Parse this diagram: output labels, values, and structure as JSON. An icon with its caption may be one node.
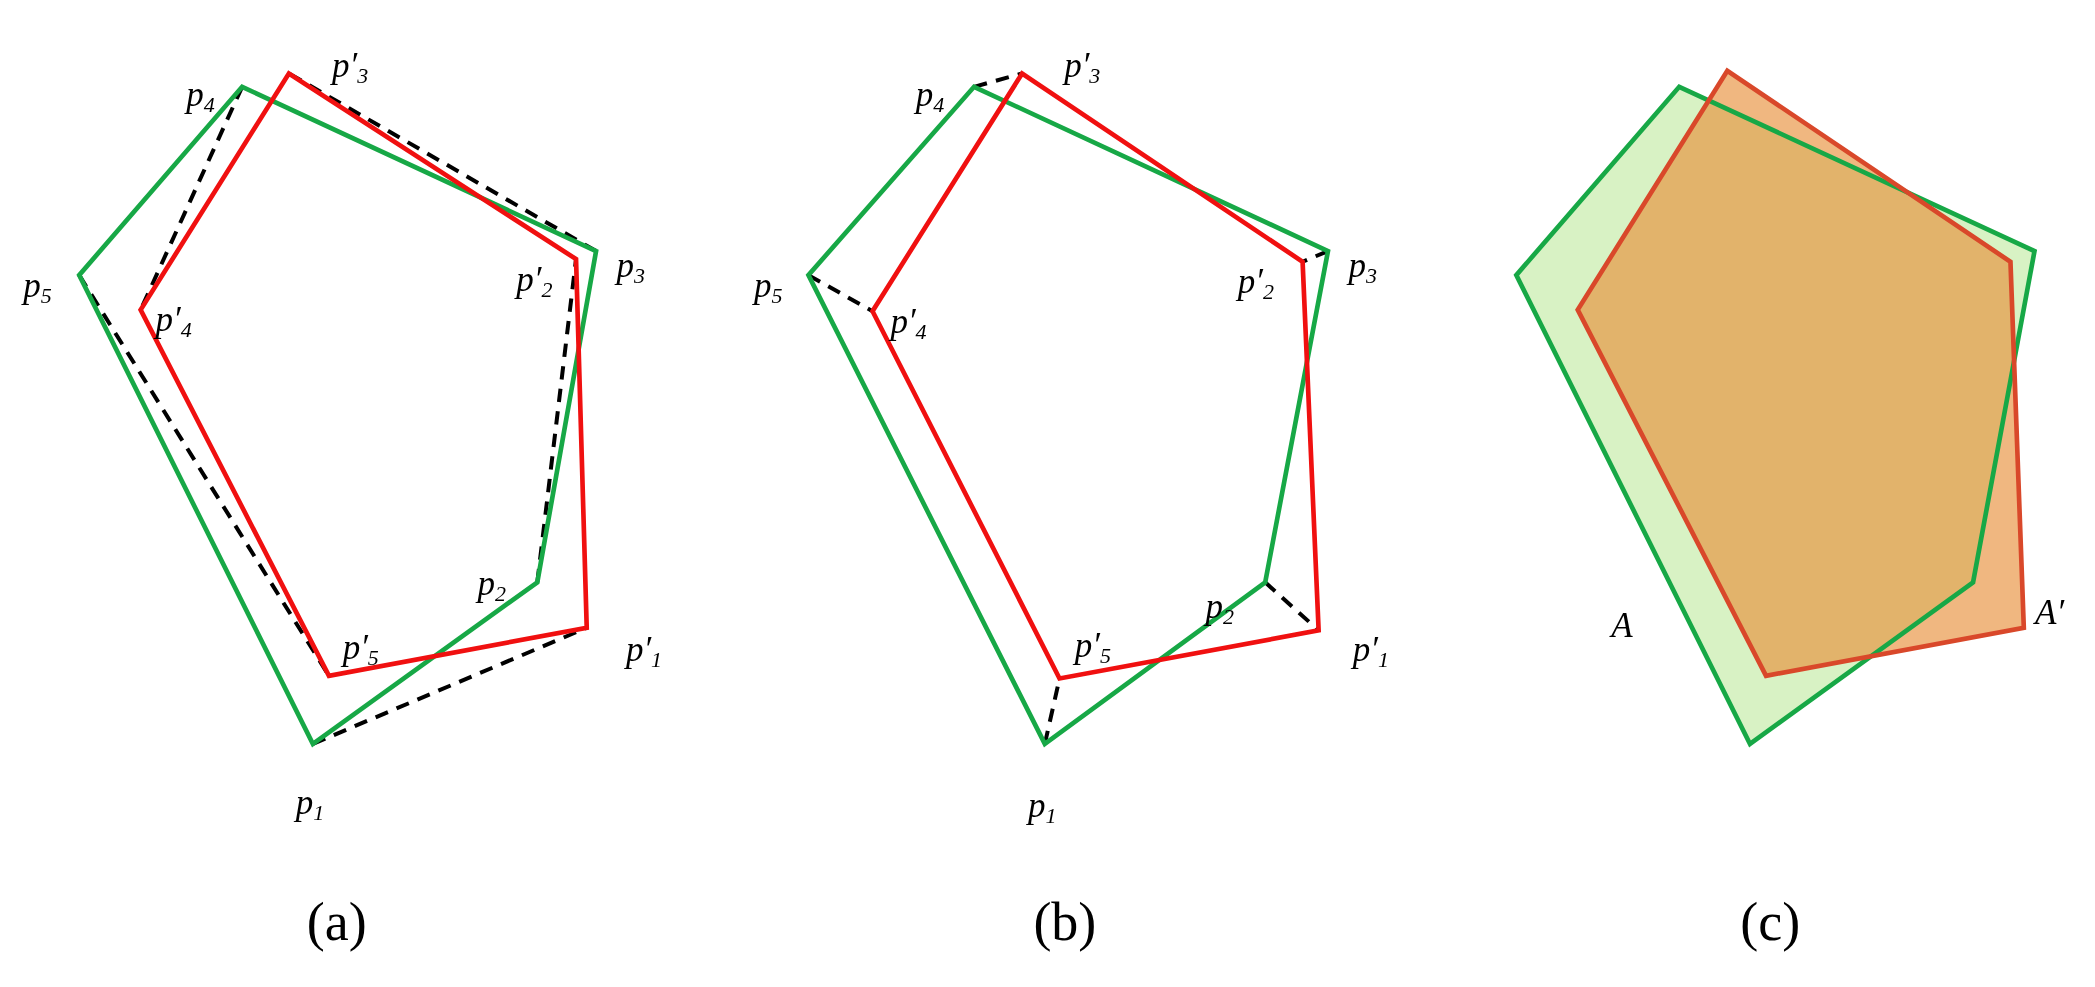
{
  "diagram": {
    "labels": [
      "p$_{4}$",
      "p′$_{3}$",
      "p$_{5}$",
      "p′$_{2}$",
      "p$_{3}$",
      "p′$_{4}$",
      "p$_{2}$",
      "p′$_{5}$",
      "p′$_{1}$",
      "p$_{1}$",
      "(a)",
      "p$_{4}$",
      "p′$_{3}$",
      "p$_{5}$",
      "p′$_{2}$",
      "p$_{3}$",
      "p′$_{4}$",
      "p$_{2}$",
      "p′$_{5}$",
      "p′$_{1}$",
      "p$_{1}$",
      "(b)",
      "A",
      "A′",
      "(c)"
    ]
  }
}
